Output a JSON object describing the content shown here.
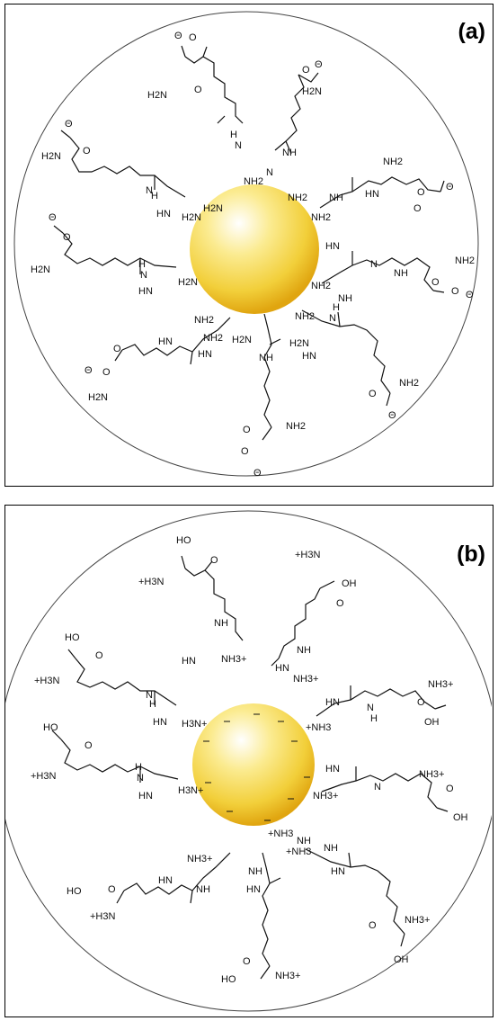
{
  "panel_a": {
    "label": "(a)",
    "surface_group": "NH2",
    "arms": [
      {
        "link": "NH",
        "surf": "H2N",
        "imine": "NH",
        "amine": "H2N",
        "acid": "O",
        "acid2": "Θ"
      },
      {
        "link": "NH",
        "surf": "NH2",
        "imine": "HN",
        "amine": "H2N",
        "acid": "O",
        "acid2": "Θ"
      }
    ],
    "texts": [
      "Θ",
      "O",
      "O",
      "H2N",
      "H",
      "N",
      "NH2",
      "H2N",
      "O",
      "Θ",
      "NH",
      "N",
      "H2N",
      "NH2",
      "Θ",
      "O",
      "O",
      "H2N",
      "N",
      "H",
      "HN",
      "H2N",
      "NH",
      "NH2",
      "HN",
      "NH2",
      "O",
      "Θ",
      "O",
      "Θ",
      "O",
      "O",
      "H2N",
      "H",
      "N",
      "HN",
      "H2N",
      "HN",
      "N",
      "NH2",
      "NH2",
      "NH",
      "O",
      "O",
      "Θ",
      "Θ",
      "O",
      "O",
      "H2N",
      "HN",
      "NH2",
      "NH2",
      "H2N",
      "NH",
      "N",
      "H",
      "NH",
      "HN",
      "NH2",
      "O",
      "Θ",
      "O",
      "O",
      "Θ",
      "NH2",
      "H2N",
      "HN"
    ]
  },
  "panel_b": {
    "label": "(b)",
    "texts": [
      "HO",
      "O",
      "+H3N",
      "NH",
      "NH",
      "HN",
      "NH3+",
      "+H3N",
      "OH",
      "O",
      "NH",
      "HN",
      "NH3+",
      "NH3+",
      "HO",
      "O",
      "+H3N",
      "N",
      "H",
      "HN",
      "H3N+",
      "HN",
      "+NH3",
      "N",
      "H",
      "O",
      "OH",
      "HO",
      "O",
      "+H3N",
      "H",
      "N",
      "HN",
      "H3N+",
      "HN",
      "N",
      "NH3+",
      "NH3+",
      "O",
      "OH",
      "HO",
      "O",
      "+H3N",
      "HN",
      "NH3+",
      "NH",
      "+NH3",
      "NH",
      "+NH3",
      "HN",
      "NH",
      "O",
      "NH3+",
      "OH",
      "HO",
      "O",
      "NH3+",
      "HN",
      "NH"
    ]
  },
  "colors": {
    "particle_light": "#fffbe0",
    "particle_mid": "#f7d84a",
    "particle_dark": "#e3ad0f",
    "line": "#111111"
  }
}
